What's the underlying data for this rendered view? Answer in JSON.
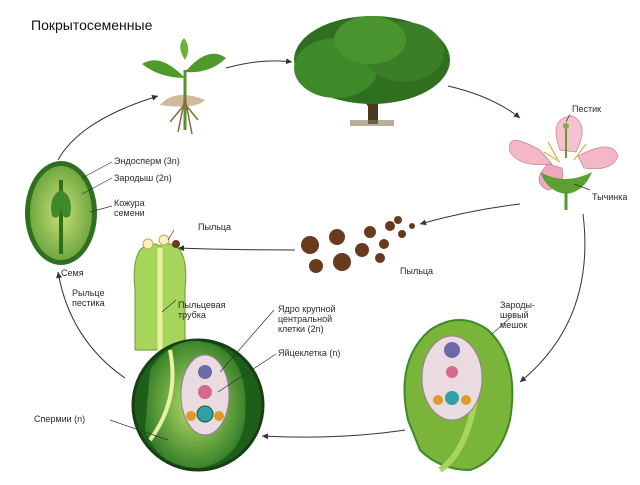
{
  "title": "Покрытосеменные",
  "labels": {
    "pestik": "Пестик",
    "tychinka": "Тычинка",
    "endosperm": "Эндосперм (3n)",
    "zarodysh": "Зародыш (2n)",
    "kozhura_1": "Кожура",
    "kozhura_2": "семени",
    "pyltsa_top": "Пыльца",
    "pyltsa_right": "Пыльца",
    "semya": "Семя",
    "ryltse_1": "Рыльце",
    "ryltse_2": "пестика",
    "trubka_1": "Пыльцевая",
    "trubka_2": "трубка",
    "yadro_1": "Ядро крупной",
    "yadro_2": "центральной",
    "yadro_3": "клетки (2n)",
    "yaytsekletka": "Яйцеклетка (n)",
    "zarodysh_meshok_1": "Зароды-",
    "zarodysh_meshok_2": "шевый",
    "zarodysh_meshok_3": "мешок",
    "spermii": "Спермии (n)"
  },
  "colors": {
    "leaf_green": "#4f9a2a",
    "light_green": "#a7d45a",
    "dark_green": "#1f5e1a",
    "petal_pink": "#f2b8c6",
    "pollen_brown": "#6a3a1e",
    "arrow": "#333333"
  }
}
